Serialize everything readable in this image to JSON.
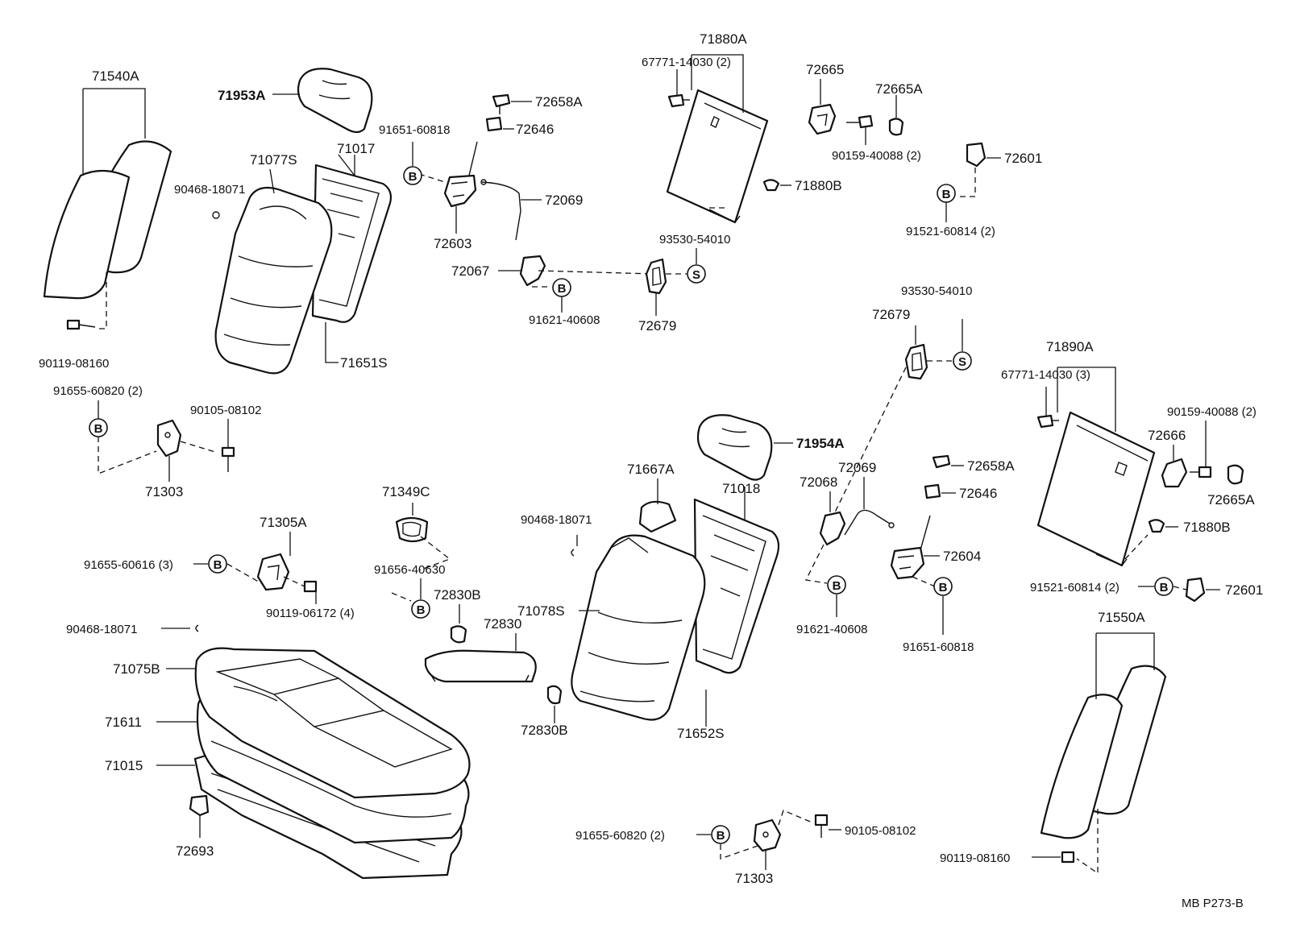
{
  "labels": {
    "l71540A": "71540A",
    "l90119_08160_a": "90119-08160",
    "l71953A": "71953A",
    "l90468_18071_a": "90468-18071",
    "l71077S": "71077S",
    "l71017": "71017",
    "l71651S": "71651S",
    "l72658A_a": "72658A",
    "l91651_60818_a": "91651-60818",
    "l72646_a": "72646",
    "l72069_a": "72069",
    "l72603": "72603",
    "l72067": "72067",
    "l91621_40608_a": "91621-40608",
    "l72679_a": "72679",
    "l93530_54010_a": "93530-54010",
    "l71880A": "71880A",
    "l67771_14030_2": "67771-14030 (2)",
    "l71880B_a": "71880B",
    "l72665": "72665",
    "l72665A_a": "72665A",
    "l90159_40088_a": "90159-40088 (2)",
    "l72601_a": "72601",
    "l91521_60814_a": "91521-60814 (2)",
    "l91655_60820_a": "91655-60820 (2)",
    "l90105_08102_a": "90105-08102",
    "l71303_a": "71303",
    "l71305A": "71305A",
    "l91655_60616": "91655-60616 (3)",
    "l90119_06172": "90119-06172 (4)",
    "l90468_18071_b": "90468-18071",
    "l71349C": "71349C",
    "l91656_40630": "91656-40630",
    "l72830B_a": "72830B",
    "l72830": "72830",
    "l72830B_b": "72830B",
    "l71075B": "71075B",
    "l71611": "71611",
    "l71015": "71015",
    "l72693": "72693",
    "l90468_18071_c": "90468-18071",
    "l71667A": "71667A",
    "l71018": "71018",
    "l71078S": "71078S",
    "l71652S": "71652S",
    "l71954A": "71954A",
    "l93530_54010_b": "93530-54010",
    "l72679_b": "72679",
    "l72068": "72068",
    "l72069_b": "72069",
    "l72658A_b": "72658A",
    "l72646_b": "72646",
    "l72604": "72604",
    "l91621_40608_b": "91621-40608",
    "l91651_60818_b": "91651-60818",
    "l71890A": "71890A",
    "l67771_14030_3": "67771-14030 (3)",
    "l90159_40088_b": "90159-40088 (2)",
    "l72666": "72666",
    "l72665A_b": "72665A",
    "l71880B_b": "71880B",
    "l91521_60814_b": "91521-60814 (2)",
    "l72601_b": "72601",
    "l71550A": "71550A",
    "l90119_08160_b": "90119-08160",
    "l91655_60820_b": "91655-60820 (2)",
    "l90105_08102_b": "90105-08102",
    "l71303_b": "71303",
    "footer": "MB  P273-B"
  },
  "markers": {
    "bolt": "B",
    "screw": "S"
  }
}
